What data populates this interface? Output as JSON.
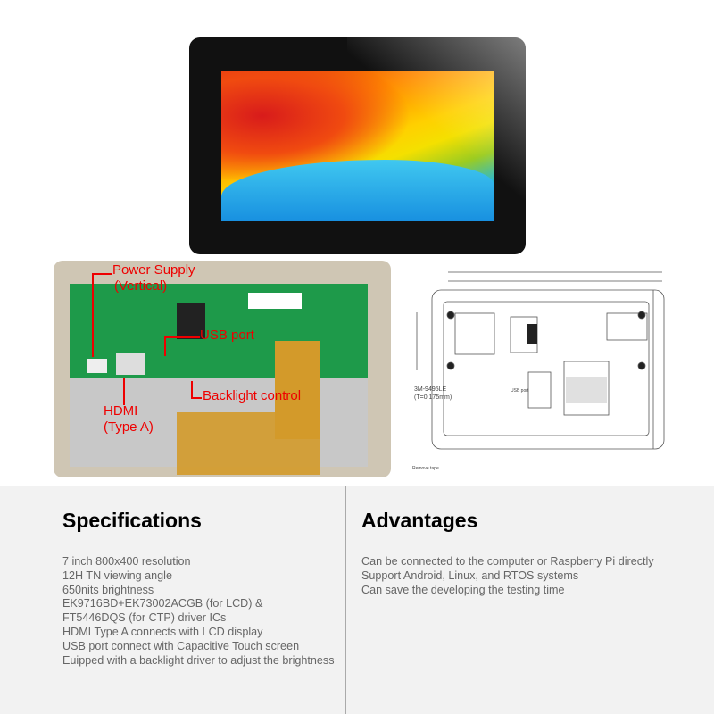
{
  "annotations": {
    "power_supply": "Power Supply",
    "power_supply_sub": "(Vertical)",
    "usb_port": "USB port",
    "backlight": "Backlight control",
    "hdmi": "HDMI",
    "hdmi_sub": "(Type A)"
  },
  "drawing": {
    "tape_label": "3M-9495LE",
    "tape_thickness": "(T=0.175mm)",
    "usb_label": "USB port",
    "remove_tape": "Remove tape"
  },
  "specifications": {
    "title": "Specifications",
    "items": [
      "7 inch 800x400 resolution",
      "12H TN viewing angle",
      "650nits brightness",
      "EK9716BD+EK73002ACGB (for LCD) &",
      "FT5446DQS (for CTP) driver ICs",
      "HDMI Type A connects with LCD display",
      "USB port connect with Capacitive Touch screen",
      "Euipped with a backlight driver to adjust the brightness"
    ]
  },
  "advantages": {
    "title": "Advantages",
    "items": [
      "Can be connected to the computer or Raspberry Pi directly",
      "Support Android, Linux, and RTOS systems",
      "Can save the developing the testing time"
    ]
  },
  "colors": {
    "annotation": "#e00000",
    "bottom_bg": "#f2f2f2",
    "pcb": "#1e9a4a"
  }
}
